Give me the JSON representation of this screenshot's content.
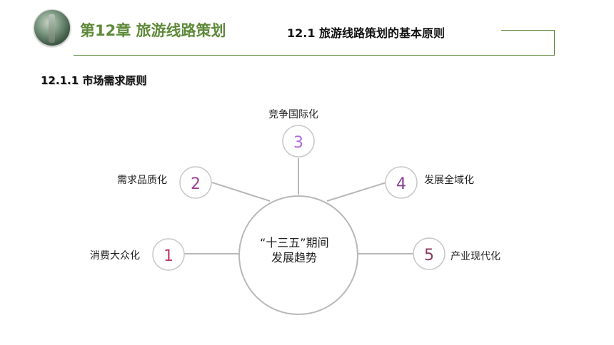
{
  "header": {
    "chapter_title": "第12章 旅游线路策划",
    "section_title": "12.1 旅游线路策划的基本原则"
  },
  "subsection_title": "12.1.1 市场需求原则",
  "center": {
    "line1": "“十三五”期间",
    "line2": "发展趋势"
  },
  "nodes": [
    {
      "number": "1",
      "label": "消费大众化",
      "color": "#c03a6b"
    },
    {
      "number": "2",
      "label": "需求品质化",
      "color": "#9c3e9a"
    },
    {
      "number": "3",
      "label": "竞争国际化",
      "color": "#b06ad8"
    },
    {
      "number": "4",
      "label": "发展全域化",
      "color": "#8a3e9a"
    },
    {
      "number": "5",
      "label": "产业现代化",
      "color": "#8a3a60"
    }
  ],
  "colors": {
    "accent_green": "#5e8a3a",
    "connector_gray": "#b8b8b8"
  }
}
